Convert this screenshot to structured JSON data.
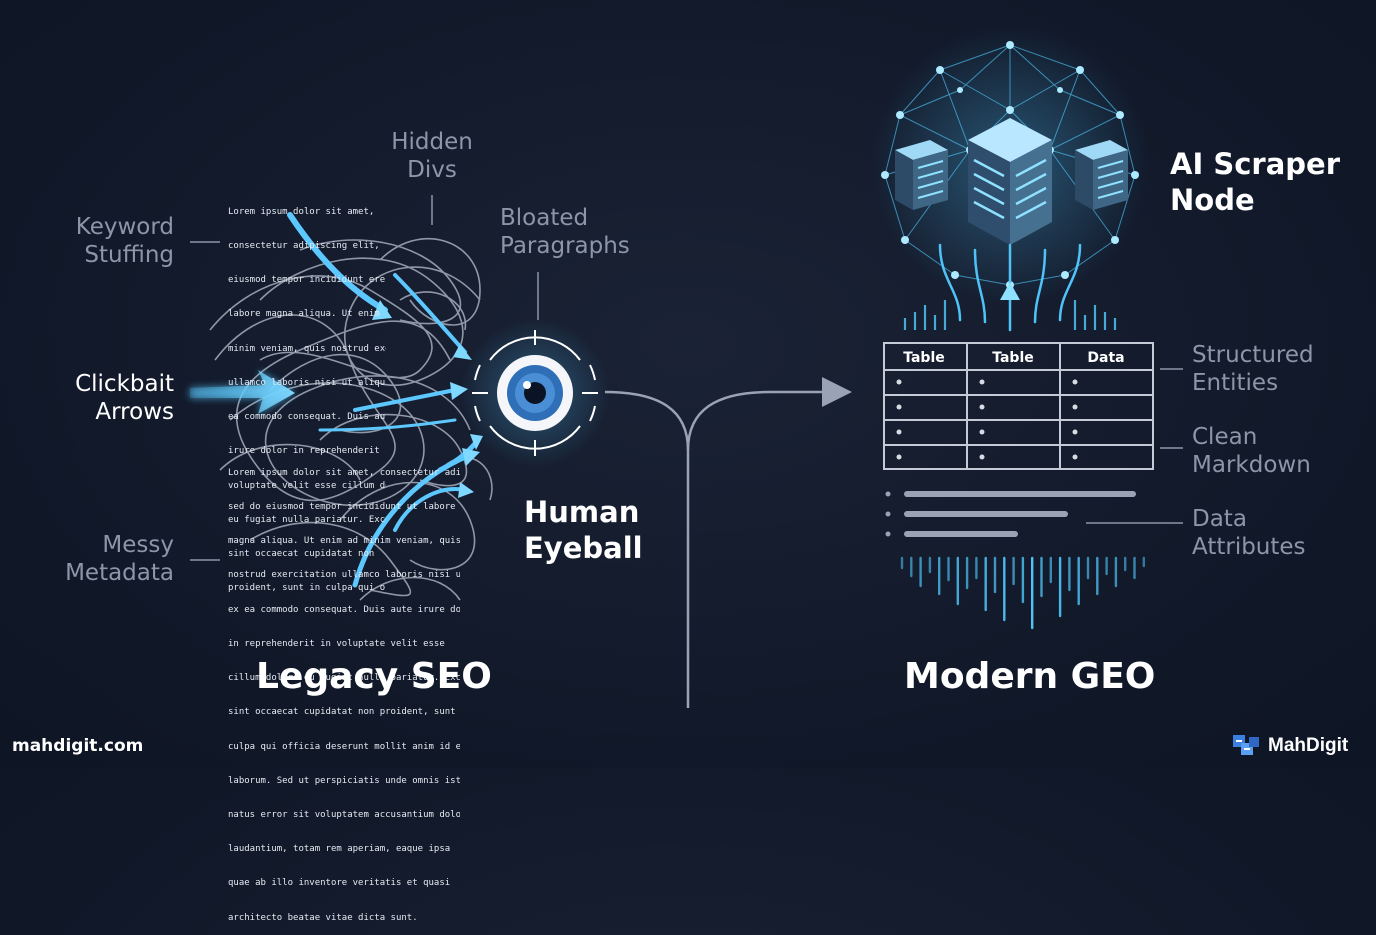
{
  "legacy": {
    "title": "Legacy SEO",
    "labels": {
      "hidden_divs": [
        "Hidden",
        "Divs"
      ],
      "keyword_stuffing": [
        "Keyword",
        "Stuffing"
      ],
      "bloated_paragraphs": [
        "Bloated",
        "Paragraphs"
      ],
      "clickbait_arrows": [
        "Clickbait",
        "Arrows"
      ],
      "messy_metadata": [
        "Messy",
        "Metadata"
      ]
    },
    "eyeball_label": [
      "Human",
      "Eyeball"
    ],
    "lorem_top": [
      "Lorem ipsum dolor sit amet,",
      "consectetur adipiscing elit, sed do",
      "eiusmod tempor incididunt ere ot",
      "labore magna aliqua. Ut enim ad",
      "minim veniam, quis nostrud exercitation",
      "ullamco laboris nisi ut aliquip ex",
      "ea commodo consequat. Duis aute",
      "irure dolor in reprehenderit in",
      "voluptate velit esse cillum dolore",
      "eu fugiat nulla pariatur. Excepteur",
      "sint occaecat cupidatat non",
      "proident, sunt in culpa qui officia"
    ],
    "lorem_bottom": [
      "Lorem ipsum dolor sit amet, consectetur adipiscing elit",
      "sed do eiusmod tempor incididunt ut labore et dolore",
      "magna aliqua. Ut enim ad minim veniam, quis",
      "nostrud exercitation ullamco laboris nisi ut aliquip",
      "ex ea commodo consequat. Duis aute irure dolor",
      "in reprehenderit in voluptate velit esse",
      "cillum dolore eu fugiat nulla pariatur. Excepteur",
      "sint occaecat cupidatat non proident, sunt in",
      "culpa qui officia deserunt mollit anim id est",
      "laborum. Sed ut perspiciatis unde omnis iste",
      "natus error sit voluptatem accusantium doloremque",
      "laudantium, totam rem aperiam, eaque ipsa",
      "quae ab illo inventore veritatis et quasi",
      "architecto beatae vitae dicta sunt."
    ]
  },
  "modern": {
    "title": "Modern GEO",
    "node_label": [
      "AI Scraper",
      "Node"
    ],
    "labels": {
      "structured_entities": [
        "Structured",
        "Entities"
      ],
      "clean_markdown": [
        "Clean",
        "Markdown"
      ],
      "data_attributes": [
        "Data",
        "Attributes"
      ]
    },
    "table_headers": [
      "Table",
      "Table",
      "Data"
    ],
    "table_rows": 4
  },
  "footer": {
    "site": "mahdigit.com",
    "brand": "MahDigit"
  },
  "colors": {
    "background": "#121a2b",
    "accent": "#4fc3f7",
    "muted_text": "#8d96a8",
    "line": "#9aa3b5"
  },
  "icons": [
    "eye-icon",
    "server-icon",
    "neural-network-icon",
    "arrow-right-icon",
    "mahdigit-logo-icon"
  ]
}
